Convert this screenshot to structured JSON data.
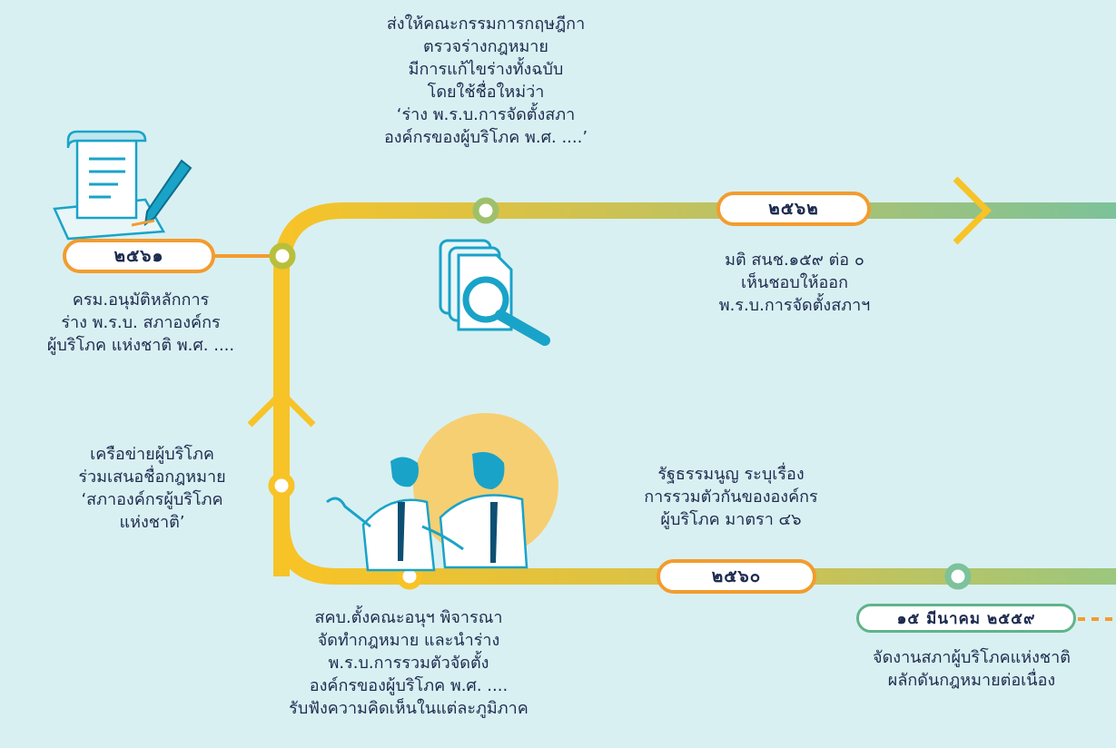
{
  "colors": {
    "background": "#d9f0f2",
    "line_yellow": "#f7c327",
    "line_green": "#7cc29a",
    "accent_orange": "#f39c2e",
    "text_navy": "#1d2b4f",
    "icon_teal": "#1aa3c8"
  },
  "years": {
    "y2561": "๒๕๖๑",
    "y2562": "๒๕๖๒",
    "y2560": "๒๕๖๐",
    "date_2559": "๑๕ มีนาคม ๒๕๕๙"
  },
  "events": {
    "cabinet": [
      "ครม.อนุมัติหลักการ",
      "ร่าง พ.ร.บ. สภาองค์กร",
      "ผู้บริโภค แห่งชาติ พ.ศ. ...."
    ],
    "council": [
      "ส่งให้คณะกรรมการกฤษฎีกา",
      "ตรวจร่างกฎหมาย",
      "มีการแก้ไขร่างทั้งฉบับ",
      "โดยใช้ชื่อใหม่ว่า",
      "‘ร่าง พ.ร.บ.การจัดตั้งสภา",
      "องค์กรของผู้บริโภค พ.ศ. ....’"
    ],
    "nla": [
      "มติ สนช.๑๕๙ ต่อ ๐",
      "เห็นชอบให้ออก",
      "พ.ร.บ.การจัดตั้งสภาฯ"
    ],
    "network": [
      "เครือข่ายผู้บริโภค",
      "ร่วมเสนอชื่อกฎหมาย",
      "‘สภาองค์กรผู้บริโภค",
      "แห่งชาติ’"
    ],
    "constitution": [
      "รัฐธรรมนูญ ระบุเรื่อง",
      "การรวมตัวกันขององค์กร",
      "ผู้บริโภค มาตรา ๔๖"
    ],
    "ocpb": [
      "สคบ.ตั้งคณะอนุฯ พิจารณา",
      "จัดทำกฎหมาย และนำร่าง",
      "พ.ร.บ.การรวมตัวจัดตั้ง",
      "องค์กรของผู้บริโภค พ.ศ. ....",
      "รับฟังความคิดเห็นในแต่ละภูมิภาค"
    ],
    "assembly": [
      "จัดงานสภาผู้บริโภคแห่งชาติ",
      "ผลักดันกฎหมายต่อเนื่อง"
    ]
  },
  "icons": [
    "document-pen-icon",
    "document-search-icon",
    "business-people-illustration"
  ]
}
